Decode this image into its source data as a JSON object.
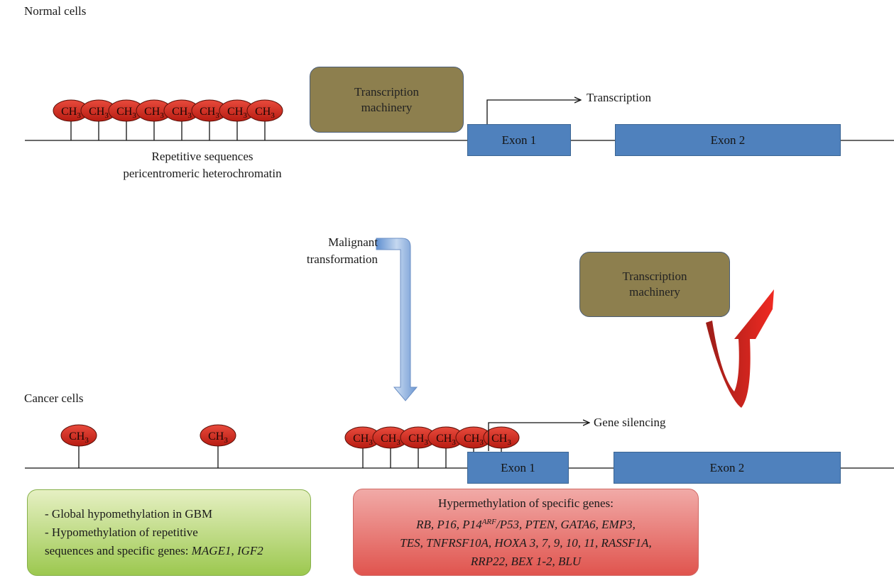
{
  "normal": {
    "label": "Normal cells",
    "repetitive_label": [
      "Repetitive sequences",
      "pericentromeric heterochromatin"
    ],
    "methyl_label": "CH3",
    "methyl_count": 8,
    "machinery": [
      "Transcription",
      "machinery"
    ],
    "arrow_label": "Transcription",
    "exon1": "Exon 1",
    "exon2": "Exon 2"
  },
  "transition": {
    "label": [
      "Malignant",
      "transformation"
    ]
  },
  "cancer": {
    "label": "Cancer cells",
    "methyl_label": "CH3",
    "scattered_methyl_count": 2,
    "promoter_methyl_count": 6,
    "machinery": [
      "Transcription",
      "machinery"
    ],
    "arrow_label": "Gene silencing",
    "exon1": "Exon 1",
    "exon2": "Exon 2"
  },
  "green_box": {
    "line1": "- Global hypomethylation in GBM",
    "line2": "- Hypomethylation of repetitive",
    "line3_prefix": "sequences and specific genes: ",
    "genes": [
      "MAGE1",
      "IGF2"
    ]
  },
  "red_box": {
    "title": "Hypermethylation of specific genes:",
    "line1_start": "RB, P16, P14",
    "line1_sup": "ARF",
    "line1_end": "/P53, PTEN, GATA6, EMP3,",
    "line2": "TES, TNFRSF10A, HOXA 3, 7, 9, 10, 11, RASSF1A,",
    "line3": "RRP22, BEX 1-2, BLU"
  },
  "colors": {
    "methyl_fill": "#d32a1e",
    "machinery_fill": "#8d7f4e",
    "exon_fill": "#4f81bd",
    "transition_arrow": "#7fa6d8",
    "reject_arrow": "#e52421"
  }
}
